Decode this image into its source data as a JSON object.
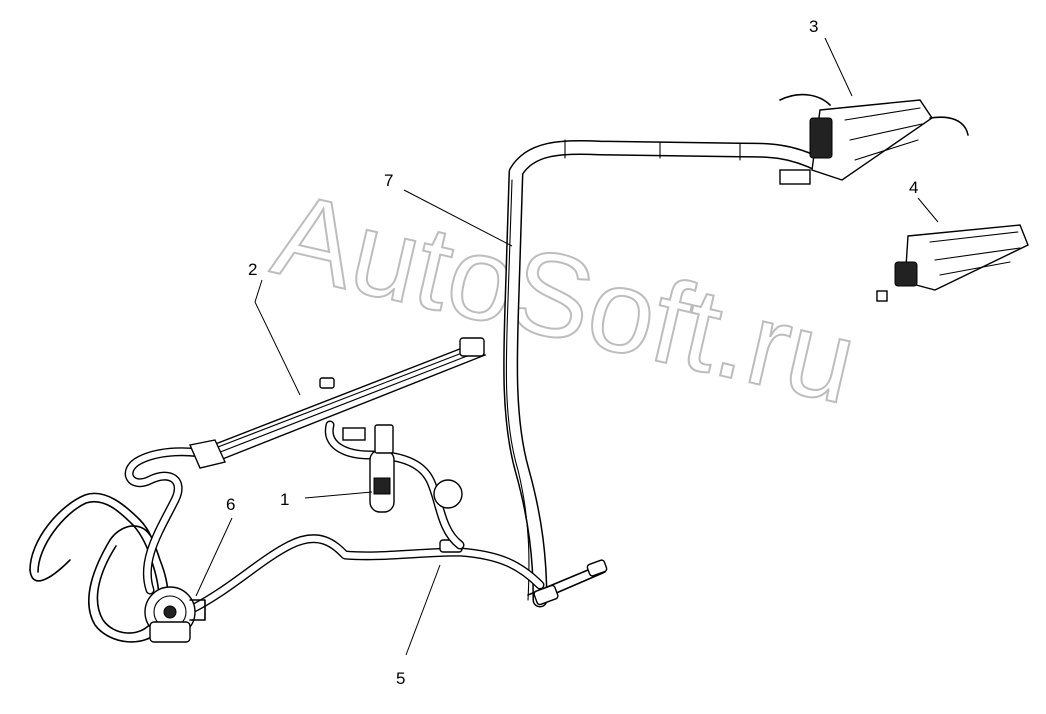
{
  "watermark": "AutoSoft.ru",
  "callouts": [
    {
      "id": "1",
      "label": "1"
    },
    {
      "id": "2",
      "label": "2"
    },
    {
      "id": "3",
      "label": "3"
    },
    {
      "id": "4",
      "label": "4"
    },
    {
      "id": "5",
      "label": "5"
    },
    {
      "id": "6",
      "label": "6"
    },
    {
      "id": "7",
      "label": "7"
    }
  ],
  "colors": {
    "line": "#000000",
    "watermark": "#bdbdbd",
    "background": "#ffffff"
  }
}
